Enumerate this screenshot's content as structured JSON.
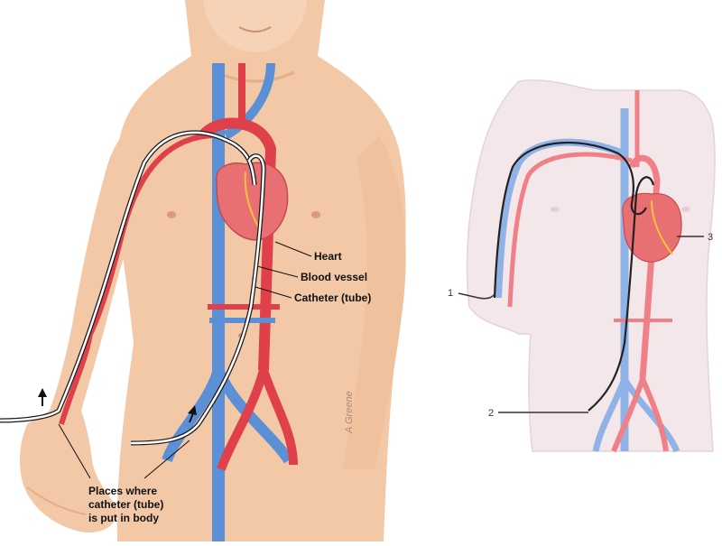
{
  "left_panel": {
    "labels": {
      "heart": "Heart",
      "blood_vessel": "Blood vessel",
      "catheter": "Catheter (tube)",
      "places": [
        "Places where",
        "catheter (tube)",
        "is put in body"
      ]
    },
    "signature": "A Greene"
  },
  "right_panel": {
    "callouts": [
      "1",
      "2",
      "3"
    ]
  },
  "colors": {
    "skin": "#f2c8a6",
    "skin_shadow": "#e3ae88",
    "artery": "#e0404a",
    "vein": "#5b8fd6",
    "heart": "#e86f72",
    "catheter_outline": "#1a1a1a",
    "catheter_fill": "#ffffff",
    "faded_skin": "#f3e7ea",
    "faded_outline": "#e4d3d8"
  }
}
